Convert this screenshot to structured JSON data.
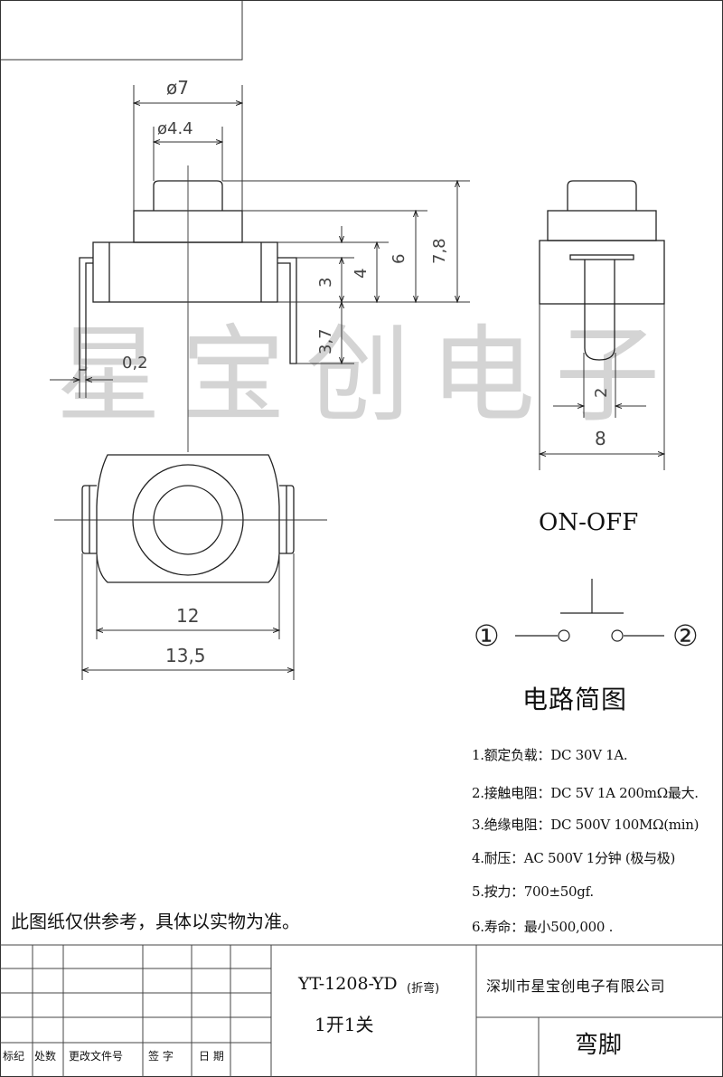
{
  "watermark": "星宝创电子",
  "dimensions": {
    "d7": "ø7",
    "d44": "ø4.4",
    "h78": "7,8",
    "h6": "6",
    "h4": "4",
    "h3": "3",
    "h37": "3,7",
    "t02": "0,2",
    "w2": "2",
    "w8": "8",
    "w12": "12",
    "w135": "13,5"
  },
  "on_off_label": "ON-OFF",
  "circuit": {
    "title": "电路简图",
    "terminal1": "①",
    "terminal2": "②"
  },
  "specs": [
    "1.额定负载：DC 30V 1A.",
    "2.接触电阻：DC 5V 1A 200mΩ最大.",
    "3.绝缘电阻：DC  500V 100MΩ(min)",
    "4.耐压：AC 500V 1分钟 (极与极)",
    "5.按力：700±50gf.",
    "6.寿命：最小500,000 ."
  ],
  "note": "此图纸仅供参考，具体以实物为准。",
  "title_block": {
    "model": "YT-1208-YD",
    "model_suffix": "(折弯)",
    "config": "1开1关",
    "company": "深圳市星宝创电子有限公司",
    "part_name": "弯脚",
    "headers": [
      "标纪",
      "处数",
      "更改文件号",
      "签 字",
      "日 期"
    ]
  }
}
